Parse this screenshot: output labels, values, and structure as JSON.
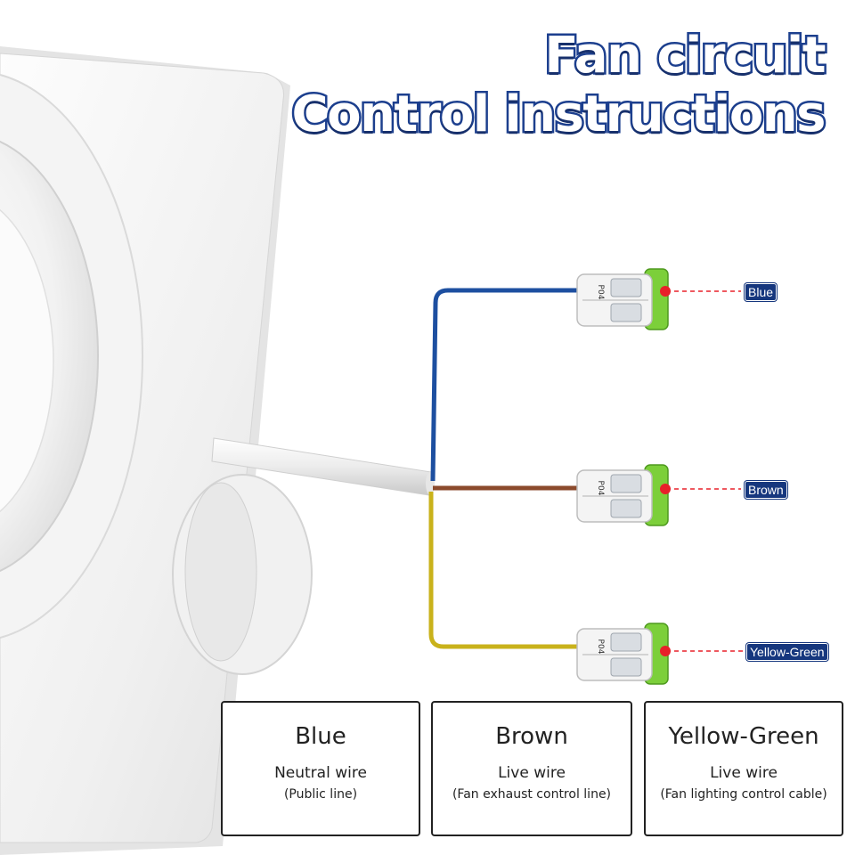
{
  "title": {
    "line1": "Fan circuit",
    "line2": "Control instructions"
  },
  "connectors": [
    {
      "mark": "P04",
      "wire": "Blue",
      "color": "#1d4fa0"
    },
    {
      "mark": "P04",
      "wire": "Brown",
      "color": "#8b4a2c"
    },
    {
      "mark": "P04",
      "wire": "Yellow-Green",
      "color": "#c9b21b"
    }
  ],
  "cards": [
    {
      "name": "Blue",
      "role": "Neutral wire",
      "note": "(Public line)"
    },
    {
      "name": "Brown",
      "role": "Live wire",
      "note": "(Fan exhaust control line)"
    },
    {
      "name": "Yellow-Green",
      "role": "Live wire",
      "note": "(Fan lighting control cable)"
    }
  ],
  "colors": {
    "title_outline": "#1c3f8e",
    "tag_background": "#16377e",
    "pointer_dot": "#e8202a",
    "connector_lever": "#7ccf3a"
  }
}
